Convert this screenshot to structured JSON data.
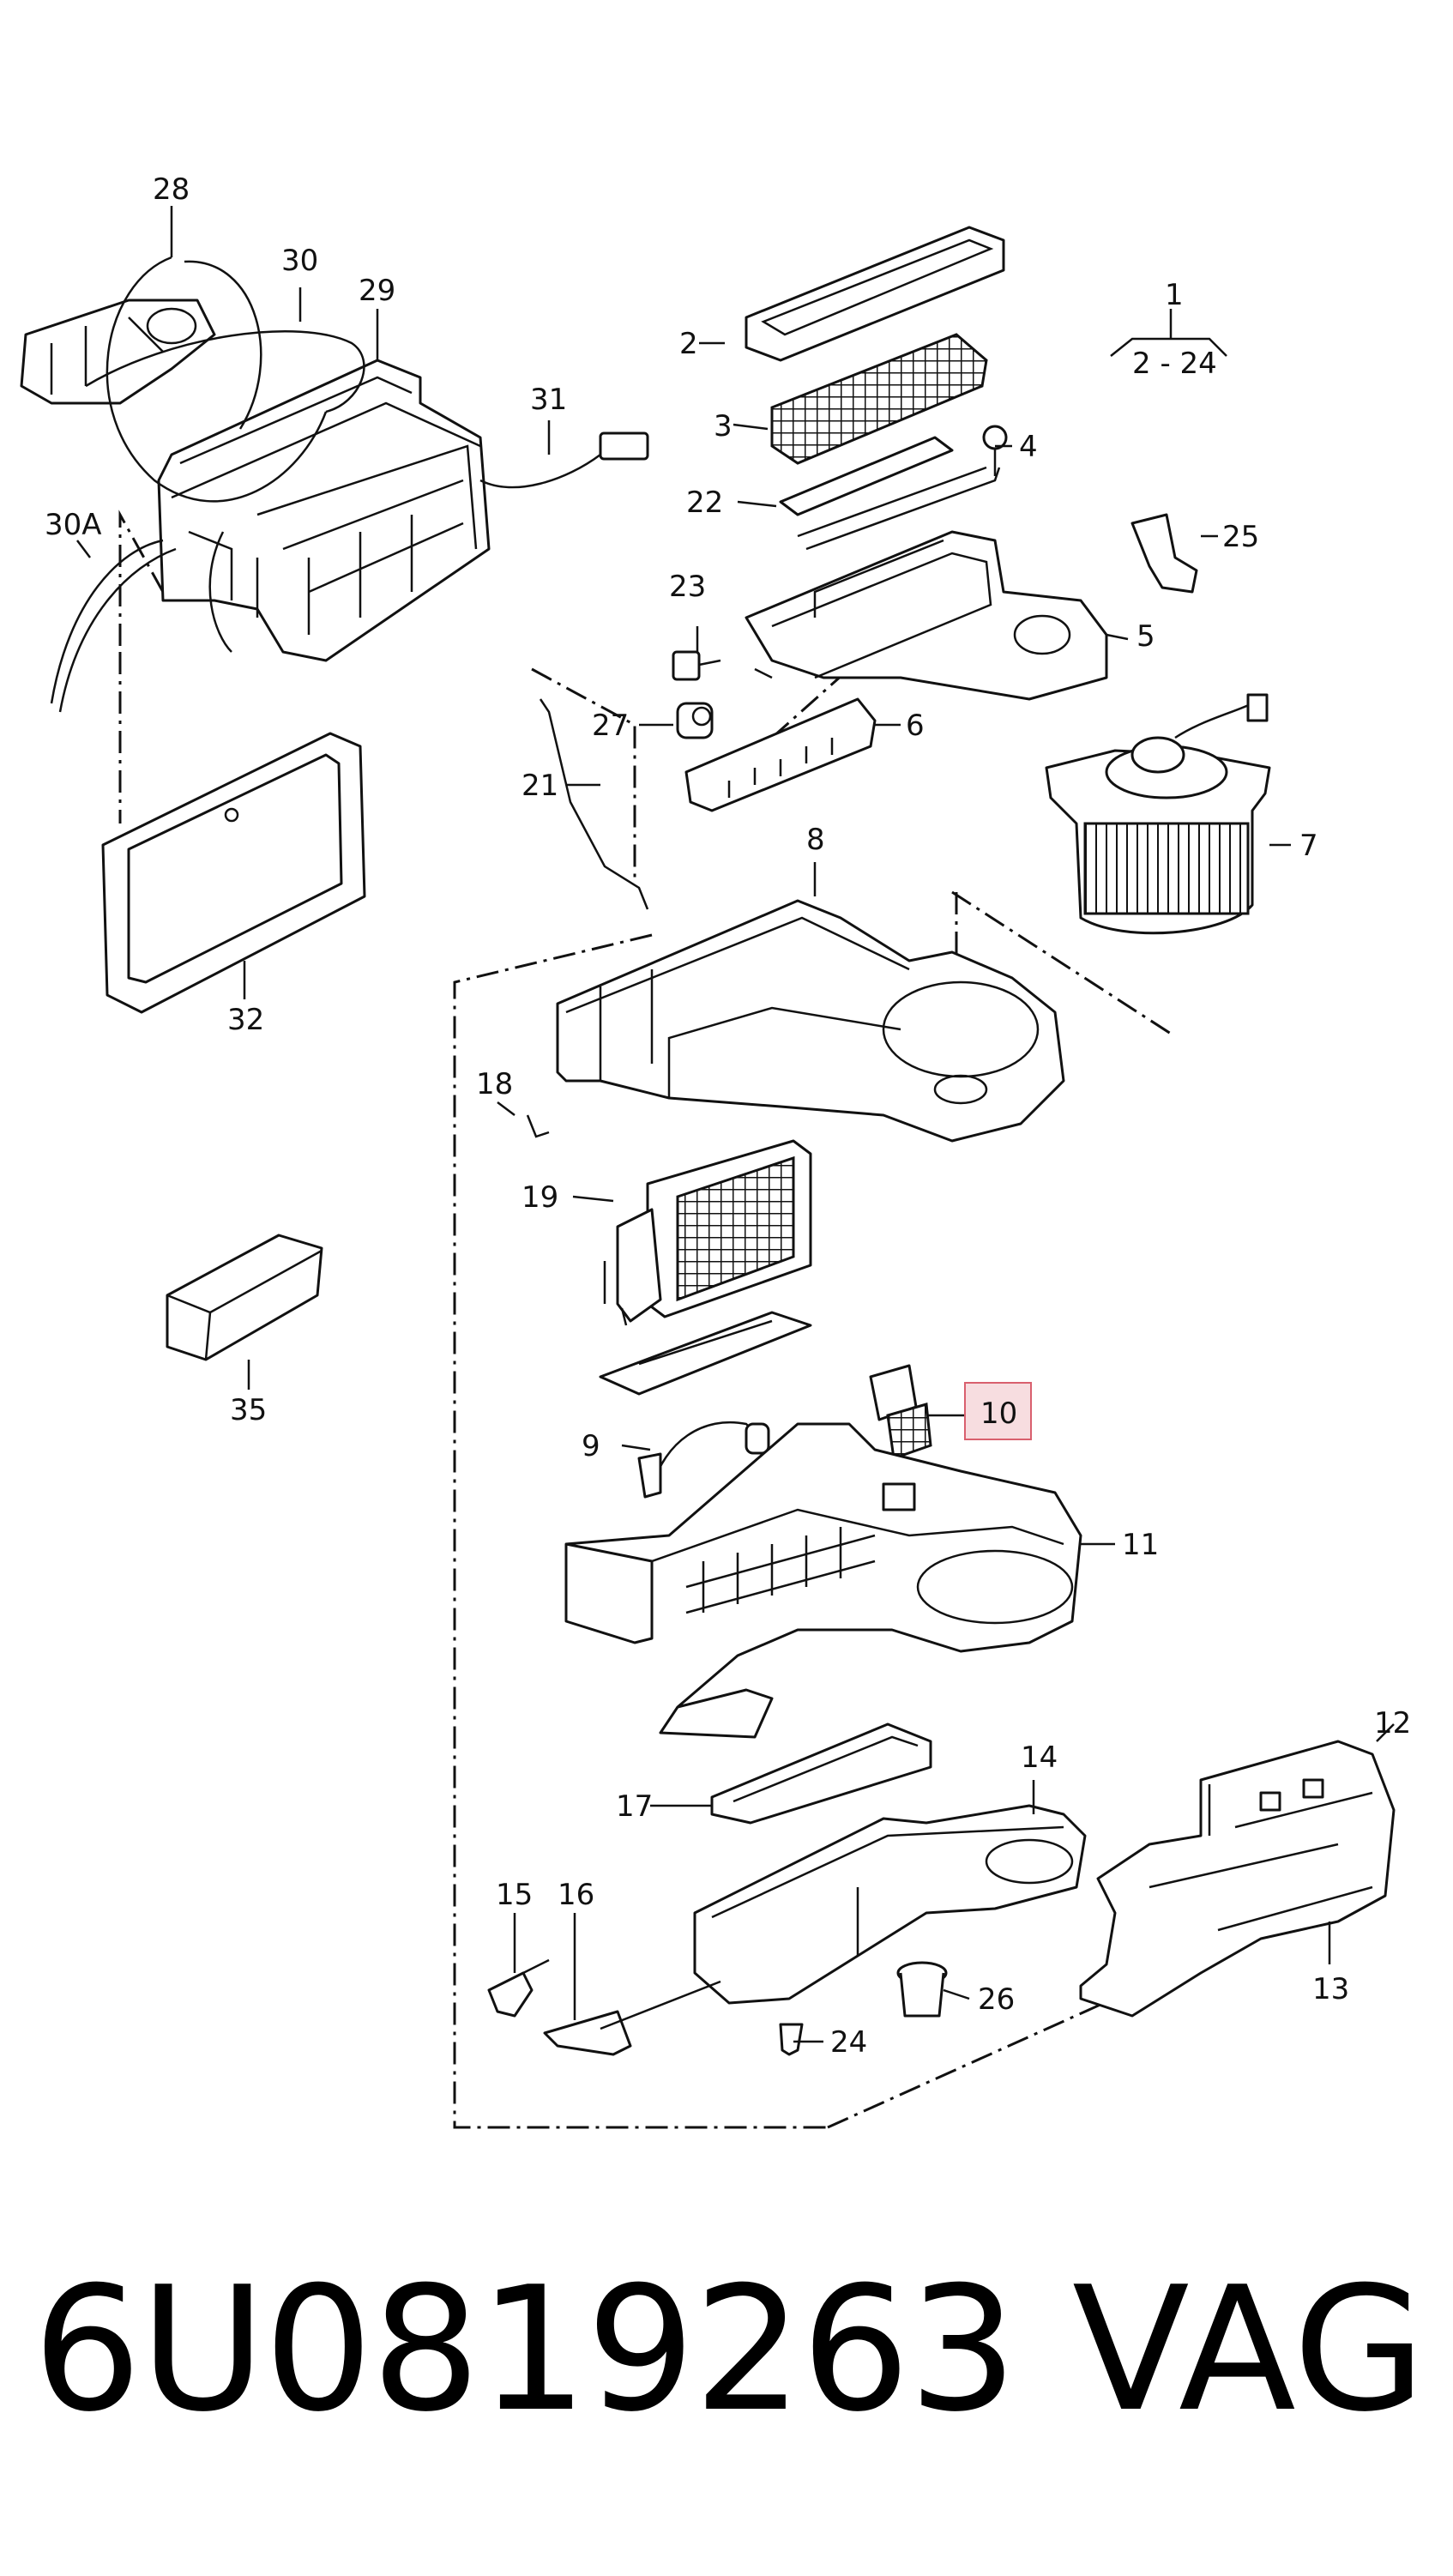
{
  "diagram": {
    "callouts": {
      "c1": "1",
      "c2_24": "2 - 24",
      "c2": "2",
      "c3": "3",
      "c4": "4",
      "c5": "5",
      "c6": "6",
      "c7": "7",
      "c8": "8",
      "c9": "9",
      "c10": "10",
      "c11": "11",
      "c12": "12",
      "c13": "13",
      "c14": "14",
      "c15": "15",
      "c16": "16",
      "c17": "17",
      "c18": "18",
      "c19": "19",
      "c21": "21",
      "c22": "22",
      "c23": "23",
      "c24": "24",
      "c25": "25",
      "c26": "26",
      "c27": "27",
      "c28": "28",
      "c29": "29",
      "c30": "30",
      "c30a": "30A",
      "c31": "31",
      "c32": "32",
      "c35": "35"
    },
    "highlighted_callout": "10",
    "highlight_color": "#f7dde0",
    "highlight_border": "#d9606e"
  },
  "footer": {
    "part_number": "6U0819263",
    "brand": "VAG"
  }
}
